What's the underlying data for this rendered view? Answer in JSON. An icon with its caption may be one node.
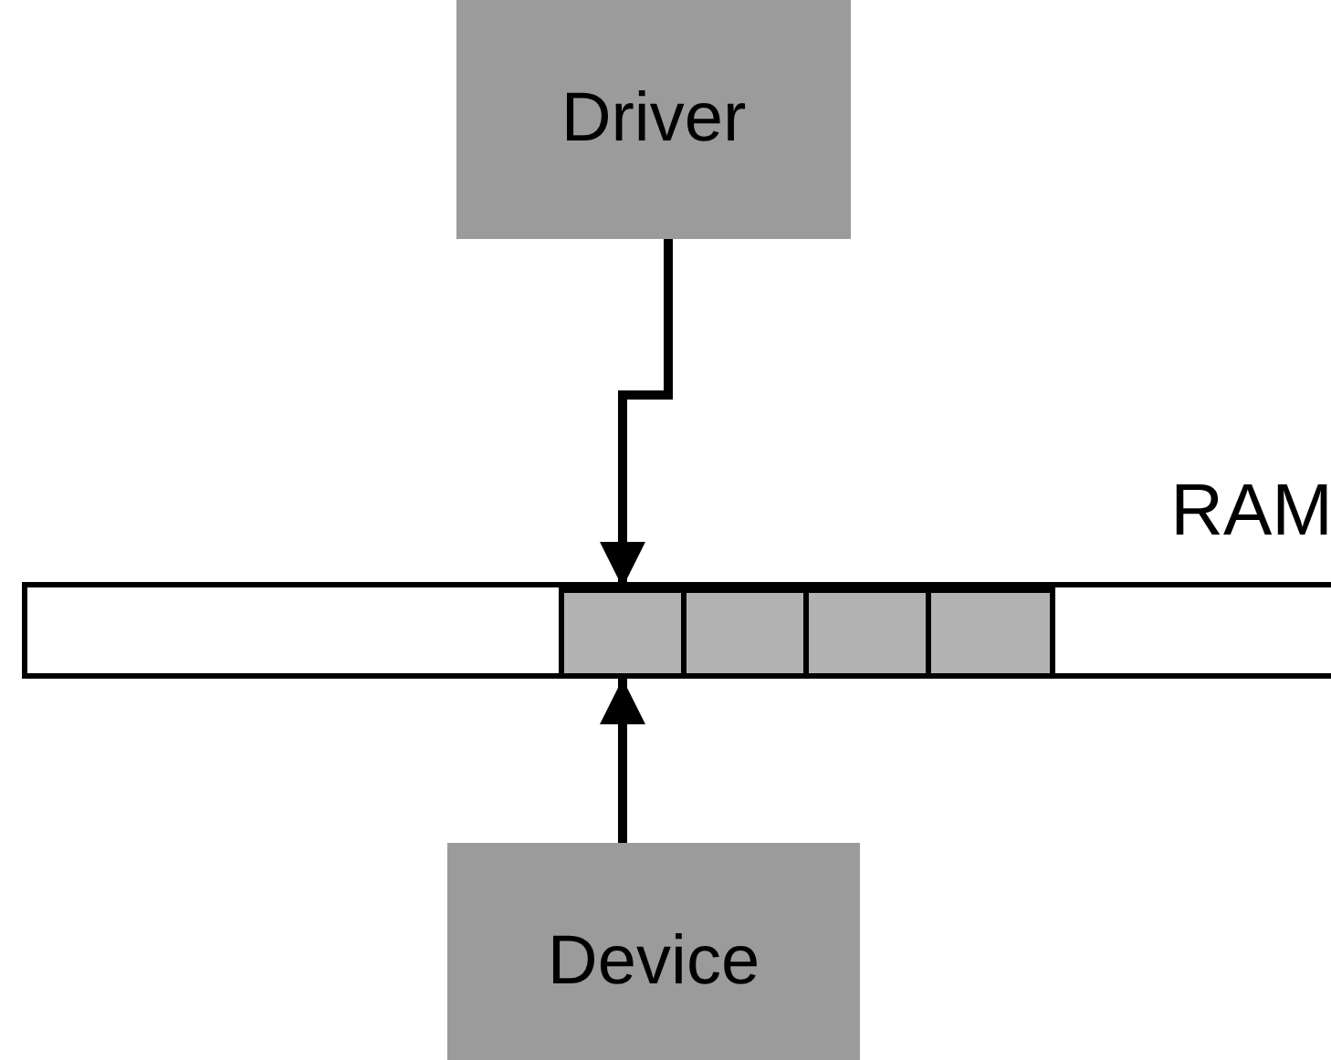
{
  "diagram": {
    "nodes": [
      {
        "text": [
          "Driver"
        ]
      },
      {
        "text": [
          "RAM"
        ]
      },
      {
        "text": [],
        "shape": "box",
        "in": 1
      },
      {
        "text": [],
        "shape": "box",
        "in": 1
      },
      {
        "text": [],
        "shape": "box",
        "in": 1
      },
      {
        "text": [],
        "shape": "box",
        "in": 1
      },
      {
        "text": [
          "Device"
        ]
      }
    ],
    "edges": [
      {
        "from": 0,
        "to": 2,
        "arrow": "to"
      },
      {
        "from": 6,
        "to": 2,
        "arrow": "to"
      }
    ]
  }
}
